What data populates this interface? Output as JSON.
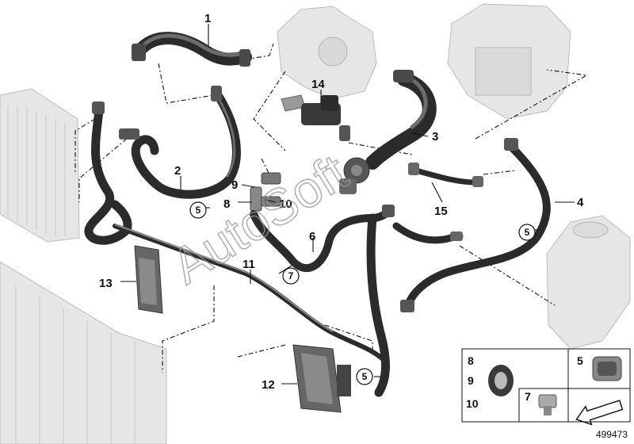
{
  "watermark": "AutoSoft",
  "diagram_id": "499473",
  "callouts": [
    {
      "id": "c1",
      "label": "1"
    },
    {
      "id": "c2",
      "label": "2"
    },
    {
      "id": "c3",
      "label": "3"
    },
    {
      "id": "c4",
      "label": "4"
    },
    {
      "id": "c6",
      "label": "6"
    },
    {
      "id": "c8",
      "label": "8"
    },
    {
      "id": "c9",
      "label": "9"
    },
    {
      "id": "c10",
      "label": "10"
    },
    {
      "id": "c11",
      "label": "11"
    },
    {
      "id": "c12",
      "label": "12"
    },
    {
      "id": "c13",
      "label": "13"
    },
    {
      "id": "c14",
      "label": "14"
    },
    {
      "id": "c15",
      "label": "15"
    }
  ],
  "circled_callouts": [
    {
      "id": "r5a",
      "label": "5"
    },
    {
      "id": "r5b",
      "label": "5"
    },
    {
      "id": "r5c",
      "label": "5"
    },
    {
      "id": "r7",
      "label": "7"
    }
  ],
  "legend": {
    "box_left_labels": [
      "8",
      "9",
      "10"
    ],
    "box_right_label": "5",
    "box_bottom_label": "7"
  },
  "colors": {
    "hose": "#2b2b2b",
    "ghost_part": "#e6e6e6",
    "line": "#111111"
  }
}
